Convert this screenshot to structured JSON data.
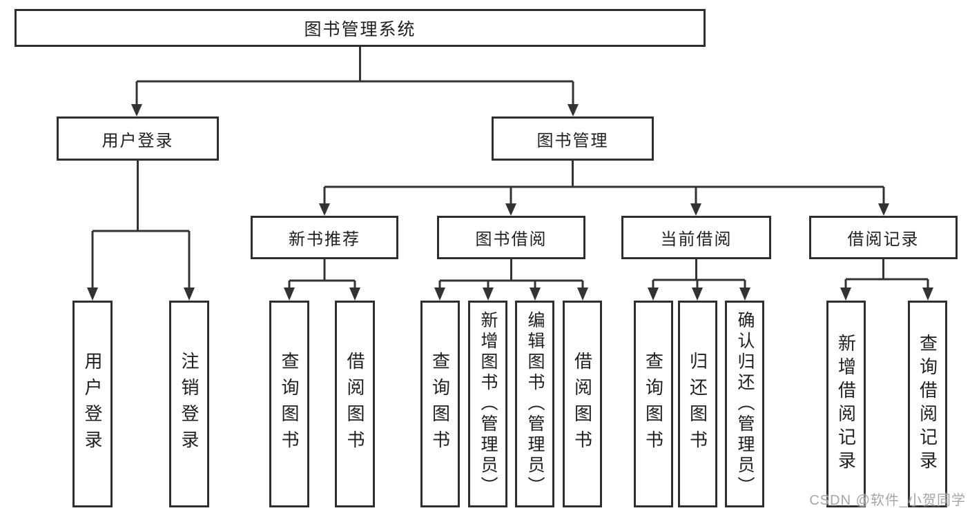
{
  "nodes": {
    "root": "图书管理系统",
    "level1": [
      "用户登录",
      "图书管理"
    ],
    "level2": [
      "新书推荐",
      "图书借阅",
      "当前借阅",
      "借阅记录"
    ],
    "login_children": [
      "用户登录",
      "注销登录"
    ],
    "recommend_children": [
      "查询图书",
      "借阅图书"
    ],
    "borrow_children": [
      "查询图书",
      "新增图书（管理员）",
      "编辑图书（管理员）",
      "借阅图书"
    ],
    "current_children": [
      "查询图书",
      "归还图书",
      "确认归还（管理员）"
    ],
    "records_children": [
      "新增借阅记录",
      "查询借阅记录"
    ]
  },
  "watermark": "CSDN @软件_小贺同学",
  "colors": {
    "line": "#333333",
    "border": "#2e2e2e",
    "text": "#1f1f1f",
    "background": "#ffffff",
    "watermark": "#a6a6a6"
  }
}
